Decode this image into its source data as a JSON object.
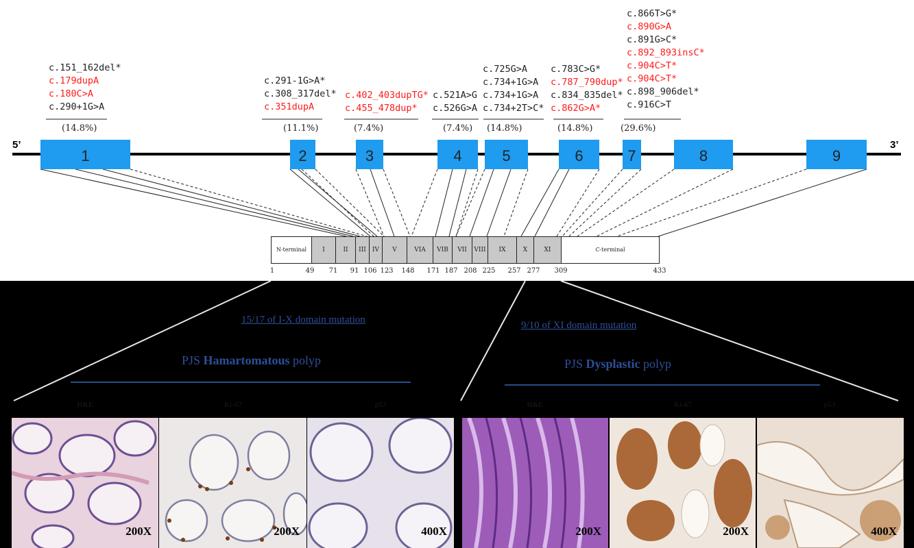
{
  "diagram": {
    "five_prime": "5’",
    "three_prime": "3’",
    "exons": [
      "1",
      "2",
      "3",
      "4",
      "5",
      "6",
      "7",
      "8",
      "9"
    ],
    "mutation_groups": [
      {
        "percent": "(14.8%)",
        "mutations": [
          {
            "text": "c.151_162del*",
            "color": "#222"
          },
          {
            "text": "c.179dupA",
            "color": "#ff1a1a"
          },
          {
            "text": "c.180C>A",
            "color": "#ff1a1a"
          },
          {
            "text": "c.290+1G>A",
            "color": "#222"
          }
        ]
      },
      {
        "percent": "(11.1%)",
        "mutations": [
          {
            "text": "c.291-1G>A*",
            "color": "#222"
          },
          {
            "text": "c.308_317del*",
            "color": "#222"
          },
          {
            "text": "c.351dupA",
            "color": "#ff1a1a"
          }
        ]
      },
      {
        "percent": "(7.4%)",
        "mutations": [
          {
            "text": "c.402_403dupTG*",
            "color": "#ff1a1a"
          },
          {
            "text": "c.455_478dup*",
            "color": "#ff1a1a"
          }
        ]
      },
      {
        "percent": "(7.4%)",
        "mutations": [
          {
            "text": "c.521A>G",
            "color": "#222"
          },
          {
            "text": "c.526G>A",
            "color": "#222"
          }
        ]
      },
      {
        "percent": "(14.8%)",
        "mutations": [
          {
            "text": "c.725G>A",
            "color": "#222"
          },
          {
            "text": "c.734+1G>A",
            "color": "#222"
          },
          {
            "text": "c.734+1G>A",
            "color": "#222"
          },
          {
            "text": "c.734+2T>C*",
            "color": "#222"
          }
        ]
      },
      {
        "percent": "(14.8%)",
        "mutations": [
          {
            "text": "c.783C>G*",
            "color": "#222"
          },
          {
            "text": "c.787_790dup*",
            "color": "#ff1a1a"
          },
          {
            "text": "c.834_835del*",
            "color": "#222"
          },
          {
            "text": "c.862G>A*",
            "color": "#ff1a1a"
          }
        ]
      },
      {
        "percent": "(29.6%)",
        "mutations": [
          {
            "text": "c.866T>G*",
            "color": "#222"
          },
          {
            "text": "c.890G>A",
            "color": "#ff1a1a"
          },
          {
            "text": "c.891G>C*",
            "color": "#222"
          },
          {
            "text": "c.892_893insC*",
            "color": "#ff1a1a"
          },
          {
            "text": "c.904C>T*",
            "color": "#ff1a1a"
          },
          {
            "text": "c.904C>T*",
            "color": "#ff1a1a"
          },
          {
            "text": "c.898_906del*",
            "color": "#222"
          },
          {
            "text": "c.916C>T",
            "color": "#222"
          }
        ]
      }
    ],
    "domains": [
      "N-terminal",
      "I",
      "II",
      "III",
      "IV",
      "V",
      "VIA",
      "VIB",
      "VII",
      "VIII",
      "IX",
      "X",
      "XI",
      "C-terminal"
    ],
    "positions": [
      "1",
      "49",
      "71",
      "91",
      "106",
      "123",
      "148",
      "171",
      "187",
      "208",
      "225",
      "257",
      "277",
      "309",
      "433"
    ]
  },
  "histology": {
    "left_link": "15/17 of I-X domain mutation",
    "left_subtitle": {
      "pre": "PJS ",
      "bold": "Hamartomatous",
      "post": " polyp"
    },
    "right_link": "9/10 of XI domain mutation",
    "right_subtitle": {
      "pre": "PJS ",
      "bold": "Dysplastic",
      "post": " polyp"
    },
    "stain_labels": [
      "H&E",
      "Ki-67",
      "p53",
      "H&E",
      "Ki-67",
      "p53"
    ],
    "magnifications": [
      "200X",
      "200X",
      "400X",
      "200X",
      "200X",
      "400X"
    ],
    "colors": {
      "link": "#2e4f9a",
      "exon": "#1f9bef",
      "mutation_red": "#ff1a1a",
      "domain_gray": "#c8c8c8"
    }
  }
}
